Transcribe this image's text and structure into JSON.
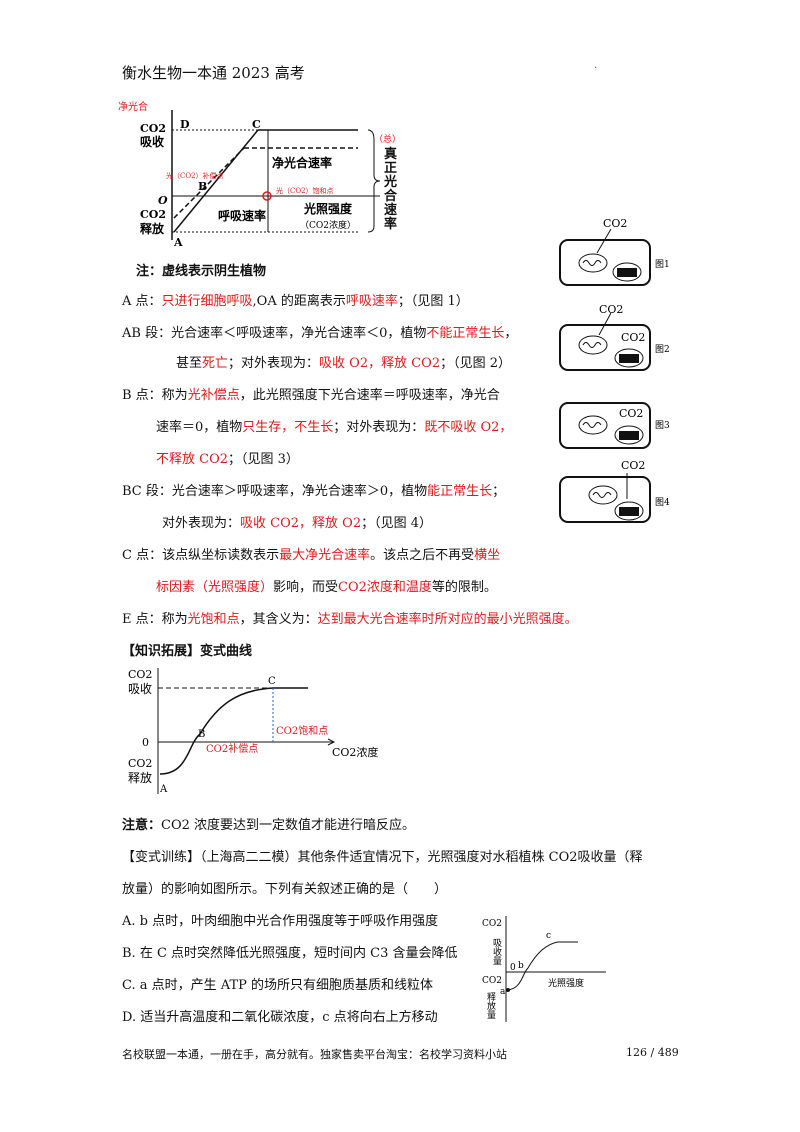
{
  "header": {
    "title": "衡水生物一本通 2023 高考",
    "dot": "."
  },
  "chart1": {
    "ylabel_top": "净光合",
    "co2": "CO2",
    "absorb": "吸收",
    "release": "释放",
    "pt_D": "D",
    "pt_C": "C",
    "pt_B": "B",
    "pt_O": "O",
    "pt_A": "A",
    "net_rate": "净光合速率",
    "comp_label": "光（CO2）补偿点",
    "sat_label": "光（CO2）饱和点",
    "resp_rate": "呼吸速率",
    "x_label": "光照强度",
    "x_label2": "（CO2浓度）",
    "total": "（总）",
    "true_rate": "真正光合速率"
  },
  "cells": [
    {
      "label": "图1",
      "co2": "CO2"
    },
    {
      "label": "图2",
      "co2": "CO2"
    },
    {
      "label": "图3",
      "co2": "CO2"
    },
    {
      "label": "图4",
      "co2": "CO2"
    }
  ],
  "note": "注：虚线表示阴生植物",
  "lines": {
    "a1": "A 点：",
    "a2": "只进行细胞呼吸",
    "a3": ",OA 的距离表示",
    "a4": "呼吸速率",
    "a5": "；（见图 1）",
    "ab1": "AB 段：光合速率＜呼吸速率，净光合速率＜0，植物",
    "ab2": "不能正常生长",
    "ab3": "，",
    "ab4": "甚至",
    "ab5": "死亡",
    "ab6": "；对外表现为：",
    "ab7": "吸收 O2，释放 CO2",
    "ab8": "；（见图 2）",
    "b1": "B 点：称为",
    "b2": "光补偿点",
    "b3": "，此光照强度下光合速率＝呼吸速率，净光合",
    "b4": "速率＝0，植物",
    "b5": "只生存，不生长",
    "b6": "；对外表现为：",
    "b7": "既不吸收 O2，",
    "b8": "不释放 CO2",
    "b9": "；（见图 3）",
    "bc1": "BC 段：光合速率＞呼吸速率，净光合速率＞0，植物",
    "bc2": "能正常生长",
    "bc3": "；",
    "bc4": "对外表现为：",
    "bc5": "吸收 CO2，释放 O2",
    "bc6": "；（见图 4）",
    "c1": "C 点：该点纵坐标读数表示",
    "c2": "最大净光合速率",
    "c3": "。该点之后不再受",
    "c4": "横坐",
    "c5": "标因素（光照强度）",
    "c6": "影响，而受",
    "c7": "CO2浓度和温度",
    "c8": "等的限制。",
    "e1": "E 点：称为",
    "e2": "光饱和点",
    "e3": "，其含义为：",
    "e4": "达到最大光合速率时所对应的最小光照强度。"
  },
  "ext_title": "【知识拓展】变式曲线",
  "chart2": {
    "co2": "CO2",
    "absorb": "吸收",
    "zero": "0",
    "release": "释放",
    "pt_C": "C",
    "pt_B": "B",
    "pt_A": "A",
    "sat": "CO2饱和点",
    "comp": "CO2补偿点",
    "xlabel": "CO2浓度"
  },
  "note2": {
    "bold": "注意：",
    "text": "CO2 浓度要达到一定数值才能进行暗反应。"
  },
  "q": {
    "l1": "【变式训练】（上海高二二模）其他条件适宜情况下，光照强度对水稻植株 CO2吸收量（释",
    "l2": "放量）的影响如图所示。下列有关叙述正确的是（　　）",
    "A": "A. b 点时，叶肉细胞中光合作用强度等于呼吸作用强度",
    "B": "B. 在 C 点时突然降低光照强度，短时间内 C3 含量会降低",
    "C": "C. a 点时，产生 ATP 的场所只有细胞质基质和线粒体",
    "D": "D. 适当升高温度和二氧化碳浓度，c 点将向右上方移动"
  },
  "chart3": {
    "co2a": "CO2",
    "absorb": "吸收量",
    "co2b": "CO2",
    "release": "释放量",
    "pt_c": "c",
    "pt_b": "b",
    "pt_a": "a",
    "zero": "0",
    "xlabel": "光照强度"
  },
  "footer": {
    "left": "名校联盟一本通，一册在手，高分就有。独家售卖平台淘宝：名校学习资料小站",
    "page": "126 / 489"
  }
}
